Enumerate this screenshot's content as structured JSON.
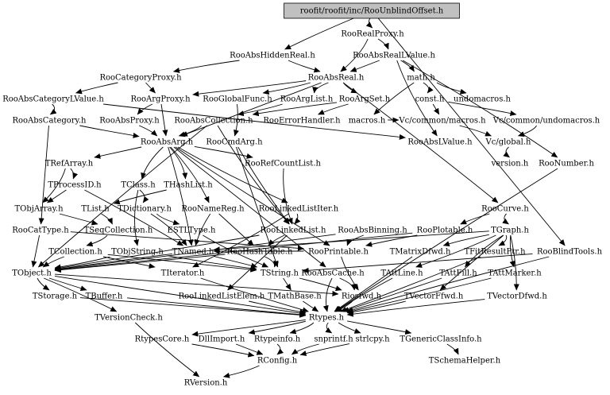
{
  "graph": {
    "root": "roofit/roofit/inc/RooUnblindOffset.h",
    "nodes": [
      {
        "id": "root",
        "label": "roofit/roofit/inc/RooUnblindOffset.h"
      },
      {
        "id": "RooRealProxy",
        "label": "RooRealProxy.h"
      },
      {
        "id": "RooAbsHiddenReal",
        "label": "RooAbsHiddenReal.h"
      },
      {
        "id": "RooAbsRealLValue",
        "label": "RooAbsRealLValue.h"
      },
      {
        "id": "RooCategoryProxy",
        "label": "RooCategoryProxy.h"
      },
      {
        "id": "RooAbsReal",
        "label": "RooAbsReal.h"
      },
      {
        "id": "math",
        "label": "math.h"
      },
      {
        "id": "RooAbsCategoryLValue",
        "label": "RooAbsCategoryLValue.h"
      },
      {
        "id": "RooArgProxy",
        "label": "RooArgProxy.h"
      },
      {
        "id": "RooGlobalFunc",
        "label": "RooGlobalFunc.h"
      },
      {
        "id": "RooArgList",
        "label": "RooArgList.h"
      },
      {
        "id": "RooArgSet",
        "label": "RooArgSet.h"
      },
      {
        "id": "const",
        "label": "const.h"
      },
      {
        "id": "undomacros",
        "label": "undomacros.h"
      },
      {
        "id": "RooAbsCategory",
        "label": "RooAbsCategory.h"
      },
      {
        "id": "RooAbsProxy",
        "label": "RooAbsProxy.h"
      },
      {
        "id": "RooAbsCollection",
        "label": "RooAbsCollection.h"
      },
      {
        "id": "RooErrorHandler",
        "label": "RooErrorHandler.h"
      },
      {
        "id": "macros",
        "label": "macros.h"
      },
      {
        "id": "VcCommonMacros",
        "label": "Vc/common/macros.h"
      },
      {
        "id": "VcCommonUndomacros",
        "label": "Vc/common/undomacros.h"
      },
      {
        "id": "RooAbsArg",
        "label": "RooAbsArg.h"
      },
      {
        "id": "RooCmdArg",
        "label": "RooCmdArg.h"
      },
      {
        "id": "RooAbsLValue",
        "label": "RooAbsLValue.h"
      },
      {
        "id": "VcGlobal",
        "label": "Vc/global.h"
      },
      {
        "id": "TRefArray",
        "label": "TRefArray.h"
      },
      {
        "id": "RooRefCountList",
        "label": "RooRefCountList.h"
      },
      {
        "id": "version",
        "label": "version.h"
      },
      {
        "id": "RooNumber",
        "label": "RooNumber.h"
      },
      {
        "id": "TProcessID",
        "label": "TProcessID.h"
      },
      {
        "id": "TClass",
        "label": "TClass.h"
      },
      {
        "id": "THashList",
        "label": "THashList.h"
      },
      {
        "id": "TObjArray",
        "label": "TObjArray.h"
      },
      {
        "id": "TList",
        "label": "TList.h"
      },
      {
        "id": "TDictionary",
        "label": "TDictionary.h"
      },
      {
        "id": "RooNameReg",
        "label": "RooNameReg.h"
      },
      {
        "id": "RooLinkedListIter",
        "label": "RooLinkedListIter.h"
      },
      {
        "id": "RooCurve",
        "label": "RooCurve.h"
      },
      {
        "id": "RooCatType",
        "label": "RooCatType.h"
      },
      {
        "id": "TSeqCollection",
        "label": "TSeqCollection.h"
      },
      {
        "id": "ESTLType",
        "label": "ESTLType.h"
      },
      {
        "id": "RooLinkedList",
        "label": "RooLinkedList.h"
      },
      {
        "id": "RooAbsBinning",
        "label": "RooAbsBinning.h"
      },
      {
        "id": "RooPlotable",
        "label": "RooPlotable.h"
      },
      {
        "id": "TGraph",
        "label": "TGraph.h"
      },
      {
        "id": "TCollection",
        "label": "TCollection.h"
      },
      {
        "id": "TObjString",
        "label": "TObjString.h"
      },
      {
        "id": "TNamed",
        "label": "TNamed.h"
      },
      {
        "id": "RooHashTable",
        "label": "RooHashTable.h"
      },
      {
        "id": "RooPrintable",
        "label": "RooPrintable.h"
      },
      {
        "id": "TMatrixDfwd",
        "label": "TMatrixDfwd.h"
      },
      {
        "id": "TFitResultPtr",
        "label": "TFitResultPtr.h"
      },
      {
        "id": "RooBlindTools",
        "label": "RooBlindTools.h"
      },
      {
        "id": "TObject",
        "label": "TObject.h"
      },
      {
        "id": "TIterator",
        "label": "TIterator.h"
      },
      {
        "id": "TString",
        "label": "TString.h"
      },
      {
        "id": "RooAbsCache",
        "label": "RooAbsCache.h"
      },
      {
        "id": "TAttLine",
        "label": "TAttLine.h"
      },
      {
        "id": "TAttFill",
        "label": "TAttFill.h"
      },
      {
        "id": "TAttMarker",
        "label": "TAttMarker.h"
      },
      {
        "id": "TStorage",
        "label": "TStorage.h"
      },
      {
        "id": "TBuffer",
        "label": "TBuffer.h"
      },
      {
        "id": "RooLinkedListElem",
        "label": "RooLinkedListElem.h"
      },
      {
        "id": "TMathBase",
        "label": "TMathBase.h"
      },
      {
        "id": "Riosfwd",
        "label": "Riosfwd.h"
      },
      {
        "id": "TVectorFfwd",
        "label": "TVectorFfwd.h"
      },
      {
        "id": "TVectorDfwd",
        "label": "TVectorDfwd.h"
      },
      {
        "id": "TVersionCheck",
        "label": "TVersionCheck.h"
      },
      {
        "id": "Rtypes",
        "label": "Rtypes.h"
      },
      {
        "id": "RtypesCore",
        "label": "RtypesCore.h"
      },
      {
        "id": "DllImport",
        "label": "DllImport.h"
      },
      {
        "id": "Rtypeinfo",
        "label": "Rtypeinfo.h"
      },
      {
        "id": "snprintf",
        "label": "snprintf.h"
      },
      {
        "id": "strlcpy",
        "label": "strlcpy.h"
      },
      {
        "id": "TGenericClassInfo",
        "label": "TGenericClassInfo.h"
      },
      {
        "id": "RConfig",
        "label": "RConfig.h"
      },
      {
        "id": "TSchemaHelper",
        "label": "TSchemaHelper.h"
      },
      {
        "id": "RVersion",
        "label": "RVersion.h"
      }
    ],
    "edges": [
      [
        "root",
        "RooRealProxy"
      ],
      [
        "root",
        "RooAbsHiddenReal"
      ],
      [
        "root",
        "RooBlindTools"
      ],
      [
        "RooRealProxy",
        "RooAbsRealLValue"
      ],
      [
        "RooRealProxy",
        "RooAbsReal"
      ],
      [
        "RooAbsHiddenReal",
        "RooCategoryProxy"
      ],
      [
        "RooAbsHiddenReal",
        "RooAbsReal"
      ],
      [
        "RooAbsRealLValue",
        "RooAbsReal"
      ],
      [
        "RooAbsRealLValue",
        "math"
      ],
      [
        "RooAbsRealLValue",
        "RooNumber"
      ],
      [
        "RooAbsRealLValue",
        "RooAbsLValue"
      ],
      [
        "RooCategoryProxy",
        "RooAbsCategoryLValue"
      ],
      [
        "RooCategoryProxy",
        "RooArgProxy"
      ],
      [
        "RooAbsReal",
        "RooArgProxy"
      ],
      [
        "RooAbsReal",
        "RooGlobalFunc"
      ],
      [
        "RooAbsReal",
        "RooArgList"
      ],
      [
        "RooAbsReal",
        "RooArgSet"
      ],
      [
        "RooAbsReal",
        "RooAbsArg"
      ],
      [
        "RooAbsReal",
        "RooCurve"
      ],
      [
        "math",
        "const"
      ],
      [
        "math",
        "undomacros"
      ],
      [
        "math",
        "macros"
      ],
      [
        "const",
        "VcCommonMacros"
      ],
      [
        "const",
        "VcCommonUndomacros"
      ],
      [
        "RooAbsCategoryLValue",
        "RooAbsCategory"
      ],
      [
        "RooAbsCategoryLValue",
        "RooAbsLValue"
      ],
      [
        "RooArgProxy",
        "RooAbsProxy"
      ],
      [
        "RooArgProxy",
        "RooAbsArg"
      ],
      [
        "RooGlobalFunc",
        "RooCmdArg"
      ],
      [
        "RooArgList",
        "RooAbsCollection"
      ],
      [
        "RooArgSet",
        "RooAbsCollection"
      ],
      [
        "RooArgSet",
        "RooErrorHandler"
      ],
      [
        "macros",
        "VcCommonMacros"
      ],
      [
        "VcCommonMacros",
        "VcGlobal"
      ],
      [
        "VcCommonUndomacros",
        "VcGlobal"
      ],
      [
        "VcGlobal",
        "version"
      ],
      [
        "RooAbsCategory",
        "RooAbsArg"
      ],
      [
        "RooAbsCategory",
        "RooCatType"
      ],
      [
        "RooAbsProxy",
        "RooAbsArg"
      ],
      [
        "RooAbsCollection",
        "RooAbsArg"
      ],
      [
        "RooAbsCollection",
        "RooLinkedList"
      ],
      [
        "RooAbsCollection",
        "TObject"
      ],
      [
        "RooAbsArg",
        "TRefArray"
      ],
      [
        "RooAbsArg",
        "RooRefCountList"
      ],
      [
        "RooAbsArg",
        "RooNameReg"
      ],
      [
        "RooAbsArg",
        "RooLinkedListIter"
      ],
      [
        "RooAbsArg",
        "RooPrintable"
      ],
      [
        "RooAbsArg",
        "RooAbsCache"
      ],
      [
        "RooAbsArg",
        "TNamed"
      ],
      [
        "RooAbsArg",
        "THashList"
      ],
      [
        "RooAbsArg",
        "TClass"
      ],
      [
        "RooCmdArg",
        "RooLinkedList"
      ],
      [
        "RooCmdArg",
        "TString"
      ],
      [
        "TRefArray",
        "TProcessID"
      ],
      [
        "TRefArray",
        "TObjArray"
      ],
      [
        "RooRefCountList",
        "RooLinkedList"
      ],
      [
        "RooNumber",
        "Rtypes"
      ],
      [
        "TProcessID",
        "TObjArray"
      ],
      [
        "TProcessID",
        "TNamed"
      ],
      [
        "TClass",
        "TDictionary"
      ],
      [
        "TClass",
        "TObjString"
      ],
      [
        "THashList",
        "TList"
      ],
      [
        "TObjArray",
        "TSeqCollection"
      ],
      [
        "TList",
        "TSeqCollection"
      ],
      [
        "TDictionary",
        "TNamed"
      ],
      [
        "TDictionary",
        "ESTLType"
      ],
      [
        "RooNameReg",
        "TNamed"
      ],
      [
        "RooNameReg",
        "RooHashTable"
      ],
      [
        "RooLinkedListIter",
        "RooLinkedList"
      ],
      [
        "RooLinkedListIter",
        "TIterator"
      ],
      [
        "RooCurve",
        "TGraph"
      ],
      [
        "RooCurve",
        "RooPlotable"
      ],
      [
        "RooCatType",
        "TObject"
      ],
      [
        "RooCatType",
        "RooPrintable"
      ],
      [
        "TSeqCollection",
        "TCollection"
      ],
      [
        "ESTLType",
        "TString"
      ],
      [
        "RooLinkedList",
        "RooHashTable"
      ],
      [
        "RooLinkedList",
        "RooLinkedListElem"
      ],
      [
        "RooLinkedList",
        "TObject"
      ],
      [
        "RooAbsBinning",
        "TObject"
      ],
      [
        "RooAbsBinning",
        "RooPrintable"
      ],
      [
        "RooPlotable",
        "RooPrintable"
      ],
      [
        "RooPlotable",
        "TObject"
      ],
      [
        "TGraph",
        "TNamed"
      ],
      [
        "TGraph",
        "TAttLine"
      ],
      [
        "TGraph",
        "TAttFill"
      ],
      [
        "TGraph",
        "TAttMarker"
      ],
      [
        "TGraph",
        "TVectorFfwd"
      ],
      [
        "TGraph",
        "TVectorDfwd"
      ],
      [
        "TGraph",
        "TFitResultPtr"
      ],
      [
        "TGraph",
        "TMatrixDfwd"
      ],
      [
        "TCollection",
        "TObject"
      ],
      [
        "TCollection",
        "TIterator"
      ],
      [
        "TCollection",
        "TString"
      ],
      [
        "TObjString",
        "TObject"
      ],
      [
        "TObjString",
        "TString"
      ],
      [
        "TNamed",
        "TObject"
      ],
      [
        "TNamed",
        "TString"
      ],
      [
        "RooHashTable",
        "TObject"
      ],
      [
        "RooHashTable",
        "TString"
      ],
      [
        "RooPrintable",
        "TNamed"
      ],
      [
        "RooPrintable",
        "Riosfwd"
      ],
      [
        "TMatrixDfwd",
        "Rtypes"
      ],
      [
        "TFitResultPtr",
        "Rtypes"
      ],
      [
        "RooBlindTools",
        "TString"
      ],
      [
        "RooBlindTools",
        "Rtypes"
      ],
      [
        "TObject",
        "TStorage"
      ],
      [
        "TObject",
        "TBuffer"
      ],
      [
        "TObject",
        "TVersionCheck"
      ],
      [
        "TObject",
        "Riosfwd"
      ],
      [
        "TObject",
        "Rtypes"
      ],
      [
        "TIterator",
        "Rtypes"
      ],
      [
        "TString",
        "TMathBase"
      ],
      [
        "TString",
        "Riosfwd"
      ],
      [
        "RooAbsCache",
        "Riosfwd"
      ],
      [
        "RooAbsCache",
        "Rtypes"
      ],
      [
        "TAttLine",
        "Rtypes"
      ],
      [
        "TAttFill",
        "Rtypes"
      ],
      [
        "TAttMarker",
        "Rtypes"
      ],
      [
        "TStorage",
        "Rtypes"
      ],
      [
        "TBuffer",
        "Rtypes"
      ],
      [
        "RooLinkedListElem",
        "Rtypes"
      ],
      [
        "TMathBase",
        "Rtypes"
      ],
      [
        "Riosfwd",
        "Rtypes"
      ],
      [
        "TVectorFfwd",
        "Rtypes"
      ],
      [
        "TVectorDfwd",
        "Rtypes"
      ],
      [
        "TVersionCheck",
        "RVersion"
      ],
      [
        "Rtypes",
        "RtypesCore"
      ],
      [
        "Rtypes",
        "DllImport"
      ],
      [
        "Rtypes",
        "Rtypeinfo"
      ],
      [
        "Rtypes",
        "snprintf"
      ],
      [
        "Rtypes",
        "strlcpy"
      ],
      [
        "Rtypes",
        "TGenericClassInfo"
      ],
      [
        "RtypesCore",
        "RConfig"
      ],
      [
        "Rtypeinfo",
        "RConfig"
      ],
      [
        "snprintf",
        "RConfig"
      ],
      [
        "strlcpy",
        "RConfig"
      ],
      [
        "DllImport",
        "RConfig"
      ],
      [
        "TGenericClassInfo",
        "TSchemaHelper"
      ],
      [
        "RConfig",
        "RVersion"
      ]
    ]
  }
}
